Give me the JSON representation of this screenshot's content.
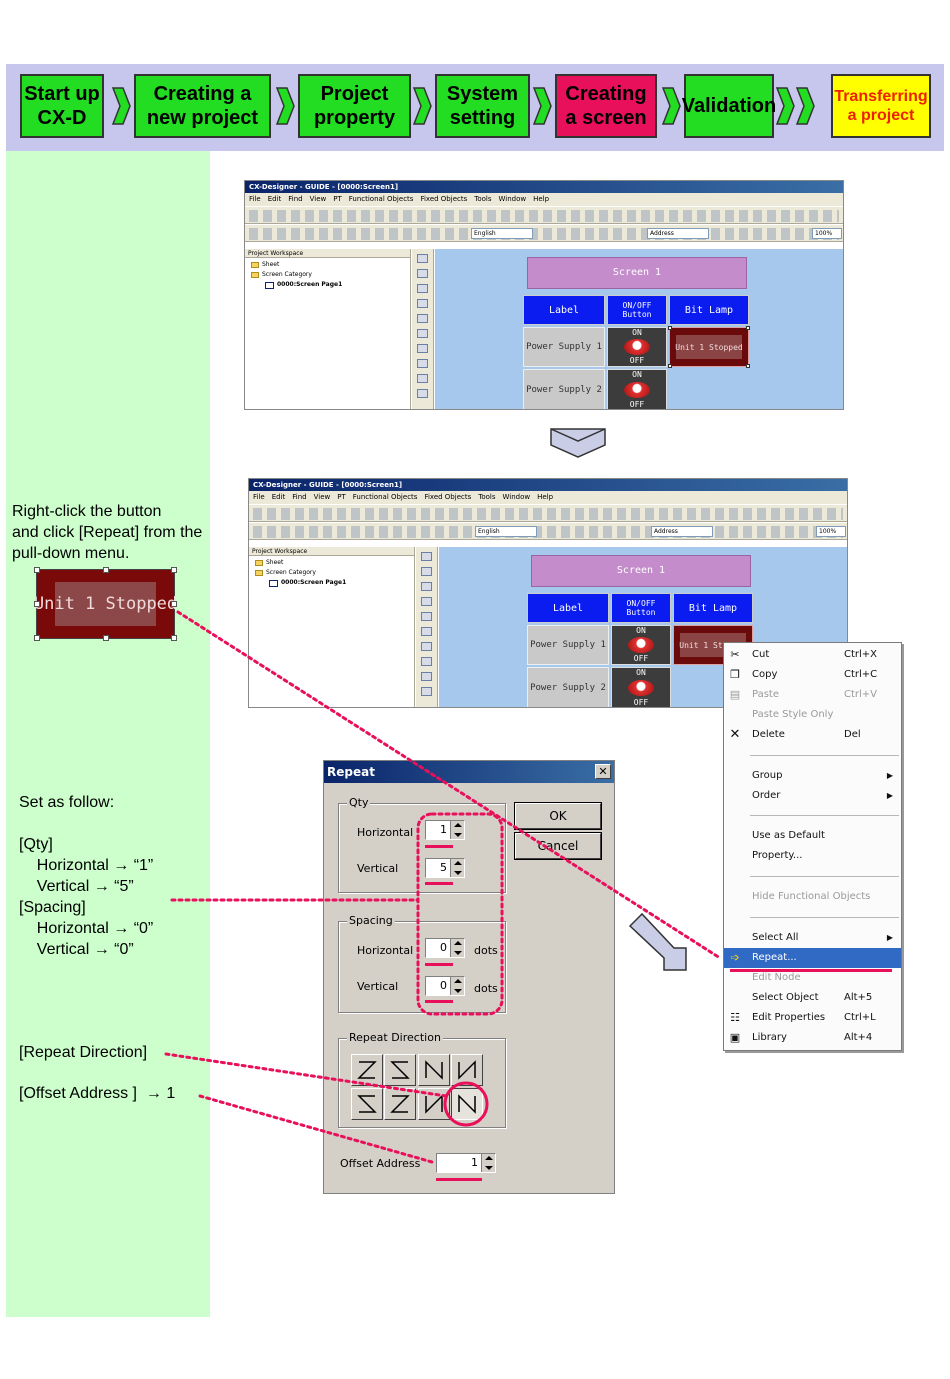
{
  "steps": [
    {
      "label": "Start up\nCX-D"
    },
    {
      "label": "Creating a\nnew project"
    },
    {
      "label": "Project\nproperty"
    },
    {
      "label": "System\nsetting"
    },
    {
      "label": "Creating\na screen"
    },
    {
      "label": "Validation"
    },
    {
      "label": "Transferring\na project"
    }
  ],
  "annotations": {
    "right_click": "Right-click the button\nand click [Repeat] from the\npull-down menu.",
    "set_as": "Set as follow:\n\n[Qty]\n    Horizontal → “1”\n    Vertical → “5”\n[Spacing]\n    Horizontal → “0”\n    Vertical → “0”",
    "repeat_direction": "[Repeat Direction]",
    "offset_address": "[Offset Address ]  → 1"
  },
  "app": {
    "window_title": "CX-Designer - GUIDE - [0000:Screen1]",
    "menu": [
      "File",
      "Edit",
      "Find",
      "View",
      "PT",
      "Functional Objects",
      "Fixed Objects",
      "Tools",
      "Window",
      "Help"
    ],
    "language_field": "English",
    "address_field": "Address",
    "zoom_field": "100%",
    "workspace": {
      "title": "Project Workspace",
      "tree": [
        "Sheet",
        "Screen Category",
        "0000:Screen Page1"
      ]
    },
    "canvas": {
      "screen_title": "Screen 1",
      "headers": [
        "Label",
        "ON/OFF\nButton",
        "Bit Lamp"
      ],
      "rows": [
        "Power Supply 1",
        "Power Supply 2"
      ],
      "on": "ON",
      "off": "OFF",
      "lamp_text": "Unit 1 Stopped"
    }
  },
  "selected_lamp_text": "Unit 1 Stopped",
  "context_menu": {
    "items": [
      {
        "label": "Cut",
        "shortcut": "Ctrl+X",
        "icon": "scissors-icon"
      },
      {
        "label": "Copy",
        "shortcut": "Ctrl+C",
        "icon": "copy-icon"
      },
      {
        "label": "Paste",
        "shortcut": "Ctrl+V",
        "icon": "paste-icon"
      },
      {
        "label": "Paste Style Only",
        "shortcut": ""
      },
      {
        "label": "Delete",
        "shortcut": "Del",
        "icon": "x-icon"
      },
      {
        "label": "Group",
        "shortcut": ""
      },
      {
        "label": "Order",
        "shortcut": ""
      },
      {
        "label": "Use as Default",
        "shortcut": ""
      },
      {
        "label": "Property...",
        "shortcut": ""
      },
      {
        "label": "Hide Functional Objects",
        "shortcut": ""
      },
      {
        "label": "Select All",
        "shortcut": ""
      },
      {
        "label": "Repeat...",
        "shortcut": "",
        "icon": "repeat-arrow-icon"
      },
      {
        "label": "Edit Node",
        "shortcut": ""
      },
      {
        "label": "Select Object",
        "shortcut": "Alt+5"
      },
      {
        "label": "Edit Properties",
        "shortcut": "Ctrl+L",
        "icon": "edit-properties-icon"
      },
      {
        "label": "Library",
        "shortcut": "Alt+4",
        "icon": "library-icon"
      }
    ]
  },
  "repeat_dialog": {
    "title": "Repeat",
    "close": "✕",
    "qty": {
      "label": "Qty",
      "horizontal_label": "Horizontal",
      "horizontal": "1",
      "vertical_label": "Vertical",
      "vertical": "5"
    },
    "spacing": {
      "label": "Spacing",
      "horizontal_label": "Horizontal",
      "horizontal": "0",
      "vertical_label": "Vertical",
      "vertical": "0",
      "unit": "dots"
    },
    "ok": "OK",
    "cancel": "Cancel",
    "direction_label": "Repeat Direction",
    "selected_direction": 8,
    "offset_label": "Offset Address",
    "offset": "1"
  },
  "colors": {
    "step": "#22dd22",
    "step_active": "#e8105a",
    "step_last": "#ffff00",
    "highlight": "#e8105a"
  }
}
